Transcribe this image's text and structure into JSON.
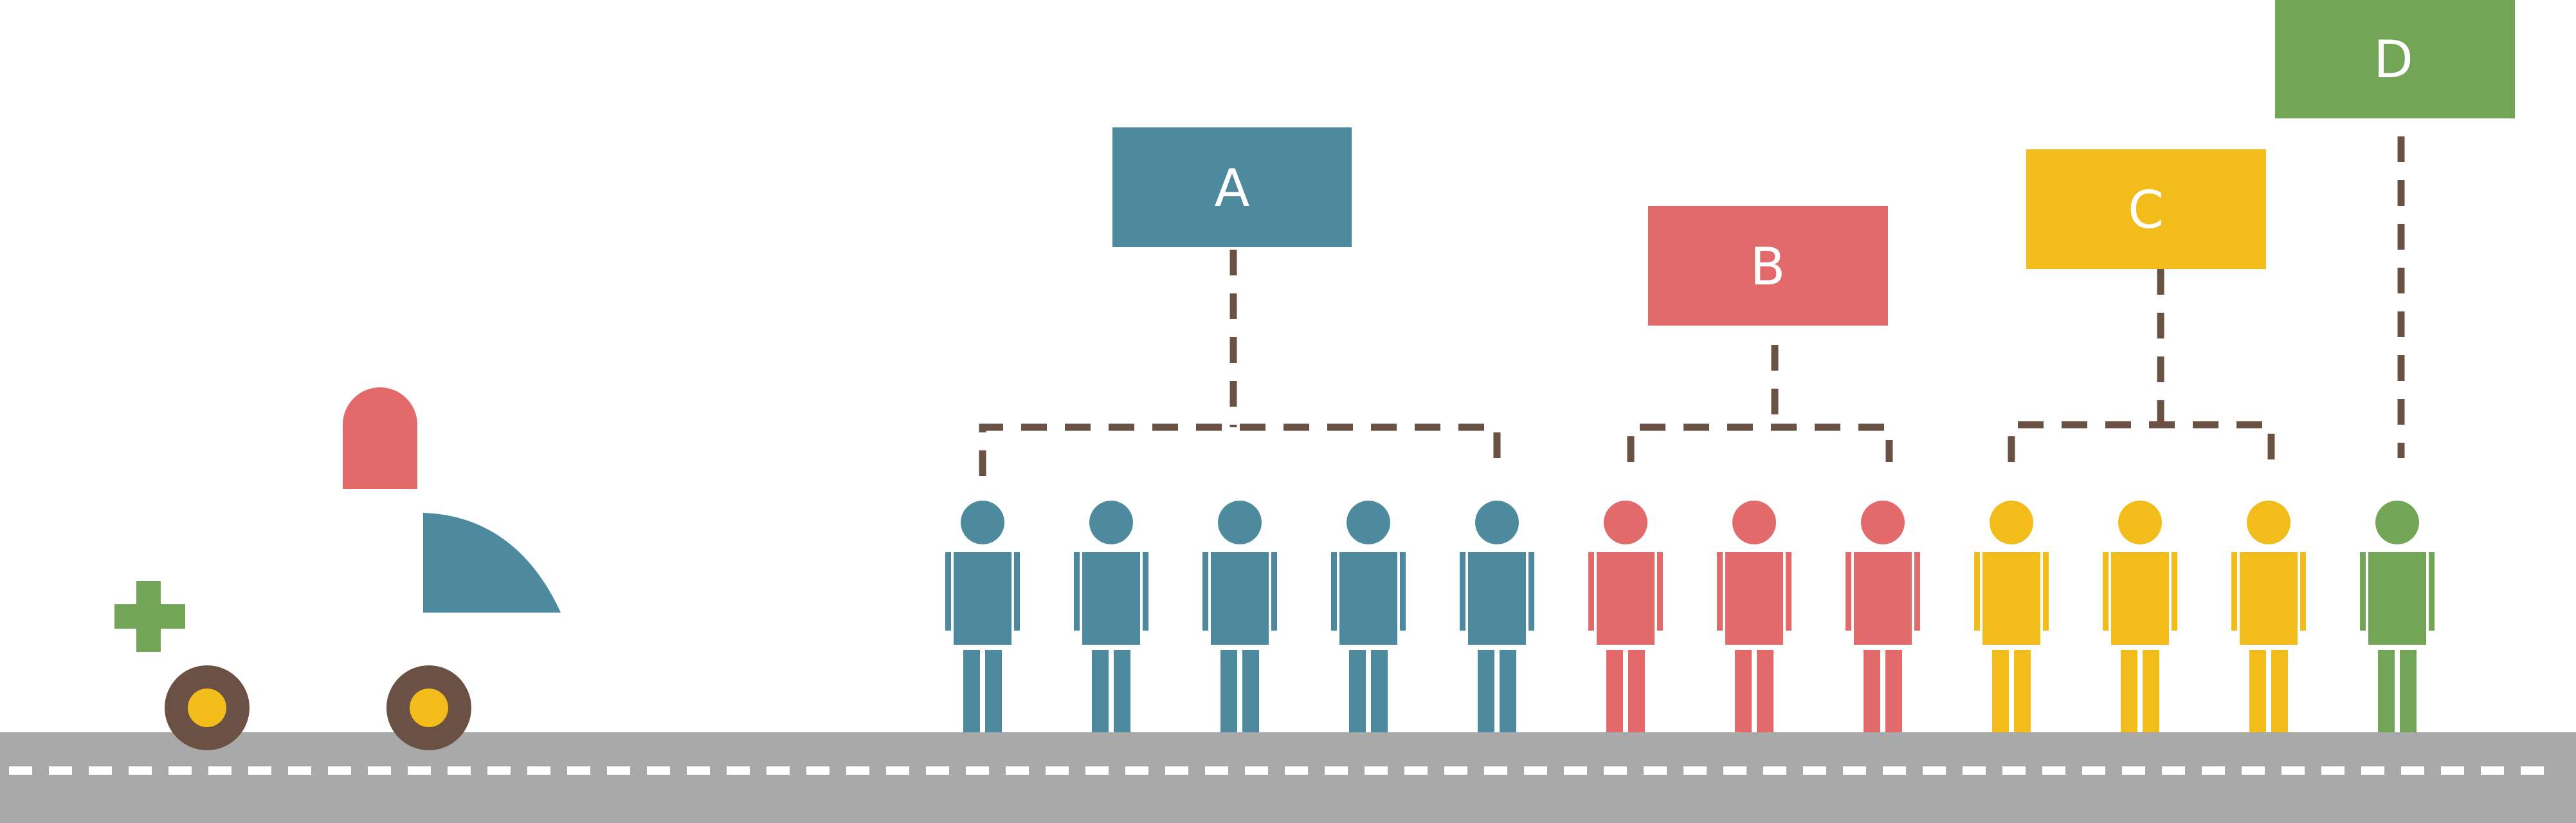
{
  "colors": {
    "teal": "#4e8a9e",
    "red": "#e26a6a",
    "yellow": "#f2bc1b",
    "green": "#72a556",
    "brown": "#6a5144",
    "road": "#a9a9a9",
    "road_marking": "#ffffff"
  },
  "groups": [
    {
      "id": "A",
      "label": "A",
      "color": "teal",
      "people_count": 5
    },
    {
      "id": "B",
      "label": "B",
      "color": "red",
      "people_count": 3
    },
    {
      "id": "C",
      "label": "C",
      "color": "yellow",
      "people_count": 3
    },
    {
      "id": "D",
      "label": "D",
      "color": "green",
      "people_count": 1
    }
  ],
  "vehicle": {
    "body_color": "teal",
    "siren_color": "red",
    "cross_color": "green",
    "wheel_color": "brown",
    "hub_color": "yellow"
  }
}
